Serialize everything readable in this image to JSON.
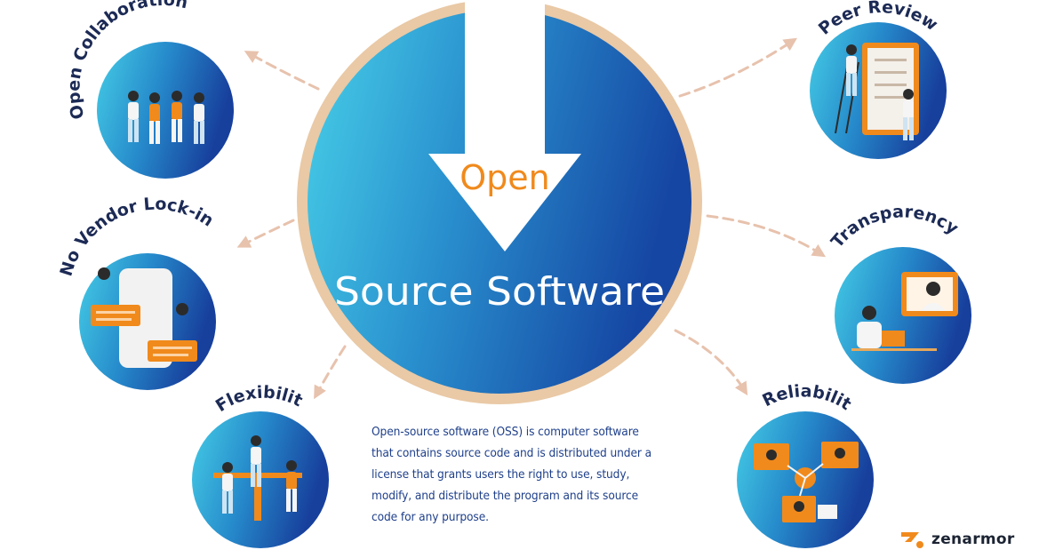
{
  "center": {
    "line1": "Open",
    "line2": "Source Software"
  },
  "benefits": [
    {
      "label": "Open Collaboration",
      "icon": "team-collaboration-icon"
    },
    {
      "label": "No Vendor Lock-in",
      "icon": "phone-chat-icon"
    },
    {
      "label": "Flexibility",
      "icon": "team-meeting-icon"
    },
    {
      "label": "Peer Review",
      "icon": "checklist-review-icon"
    },
    {
      "label": "Transparency",
      "icon": "video-call-icon"
    },
    {
      "label": "Reliability",
      "icon": "remote-network-icon"
    }
  ],
  "description": [
    "Open-source software (OSS) is computer software",
    "that contains source code and is distributed under a",
    "license that grants users the right to use, study,",
    "modify, and distribute the program and its source",
    "code for any purpose."
  ],
  "brand": {
    "name": "zenarmor",
    "color": "#f08a1c"
  },
  "colors": {
    "circle_light": "#3fc4e2",
    "circle_dark": "#1a4fa8",
    "ring": "#e9c9a6",
    "arrow": "#e7c2ad",
    "open_text": "#f08a1c",
    "label": "#1c2a55"
  }
}
